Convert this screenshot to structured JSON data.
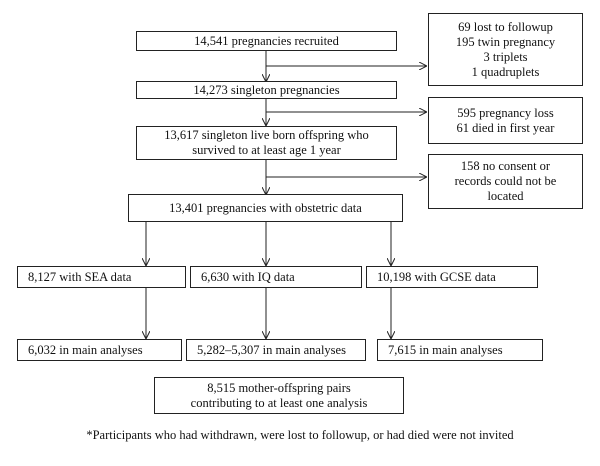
{
  "flow": {
    "recruited": "14,541 pregnancies recruited",
    "excluded_1": [
      "69 lost to followup",
      "195 twin pregnancy",
      "3 triplets",
      "1 quadruplets"
    ],
    "singleton": "14,273 singleton pregnancies",
    "excluded_2": [
      "595 pregnancy loss",
      "61 died in first year"
    ],
    "survived": [
      "13,617 singleton live born offspring who",
      "survived to at least age 1 year"
    ],
    "excluded_3": [
      "158 no consent or",
      "records could not be",
      "located"
    ],
    "obstetric": "13,401 pregnancies with obstetric data",
    "sea": "8,127 with SEA data",
    "iq": "6,630 with IQ data",
    "gcse": "10,198 with GCSE data",
    "sea_main": "6,032 in main analyses",
    "iq_main": "5,282–5,307 in main analyses",
    "gcse_main": "7,615 in main analyses",
    "pairs": [
      "8,515 mother-offspring pairs",
      "contributing to at least one analysis"
    ]
  },
  "footnote": "*Participants who had withdrawn, were lost to followup, or had died were not invited"
}
